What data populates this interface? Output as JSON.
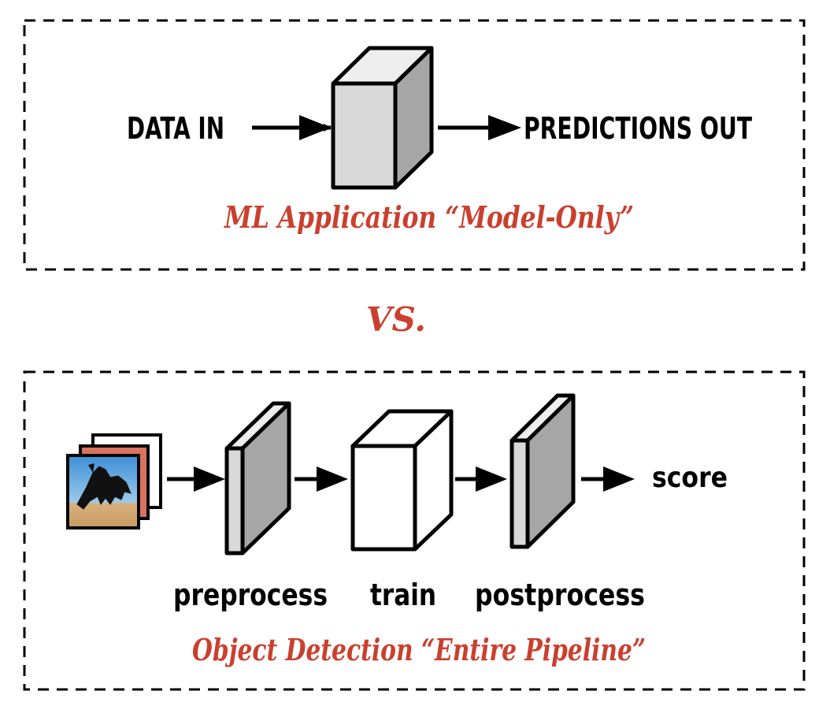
{
  "top_panel": {
    "input_label": "DATA IN",
    "output_label": "PREDICTIONS OUT",
    "caption": "ML  Application “Model-Only”"
  },
  "separator": {
    "label": "VS."
  },
  "bottom_panel": {
    "stage_labels": {
      "preprocess": "preprocess",
      "train": "train",
      "postprocess": "postprocess"
    },
    "output_label": "score",
    "caption": "Object Detection “Entire Pipeline”"
  },
  "colors": {
    "caption_accent": "#c9402e",
    "block_face_light": "#d9d9d9",
    "block_face_dark": "#a6a6a6",
    "outline": "#000000"
  },
  "icons": {
    "input_image_stack": "horse-photo-stack-icon"
  }
}
